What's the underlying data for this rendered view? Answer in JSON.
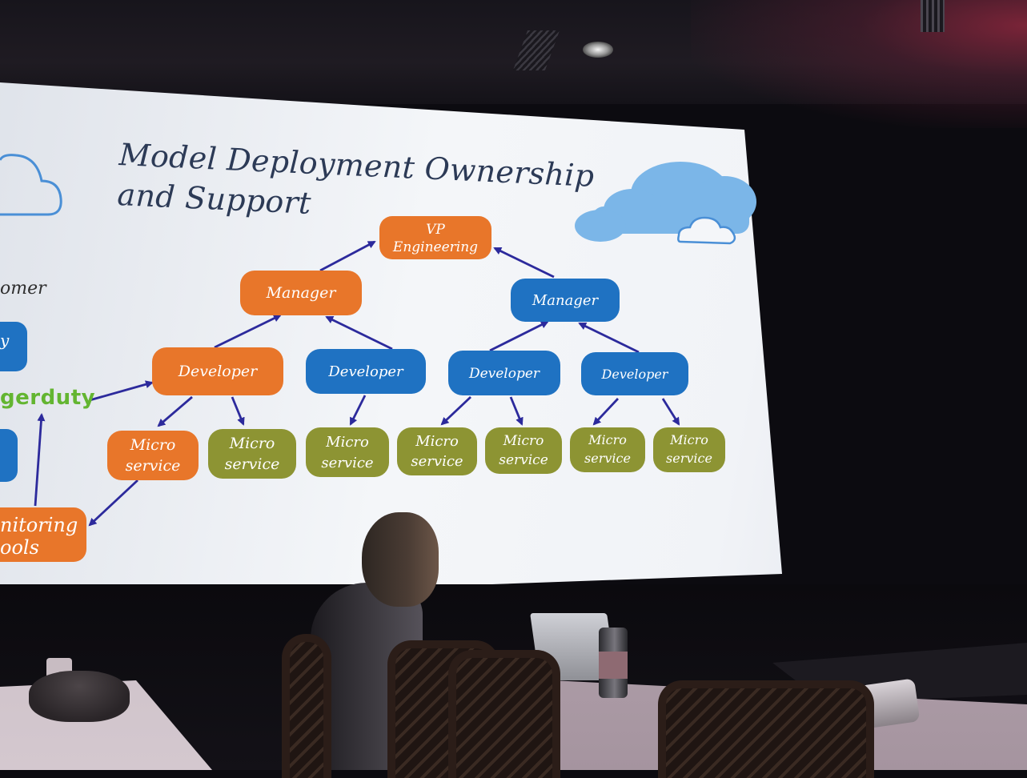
{
  "slide": {
    "title_line1": "Model Deployment Ownership",
    "title_line2": "and Support",
    "cropped_customer": "omer",
    "cropped_pagerduty": "gerduty",
    "cropped_monitoring_line1": "nitoring",
    "cropped_monitoring_line2": "ools",
    "cropped_box_text": "y"
  },
  "nodes": {
    "vp": {
      "line1": "VP",
      "line2": "Engineering"
    },
    "manager_left": "Manager",
    "manager_right": "Manager",
    "developer_1": "Developer",
    "developer_2": "Developer",
    "developer_3": "Developer",
    "developer_4": "Developer",
    "microservice_line1": "Micro",
    "microservice_line2": "service"
  },
  "colors": {
    "orange": "#e8762a",
    "blue": "#1f72c2",
    "olive": "#8d9433",
    "arrow": "#2c2a9c",
    "title": "#2c3a56",
    "pagerduty_green": "#63b531",
    "cloud": "#6fb0e6"
  }
}
